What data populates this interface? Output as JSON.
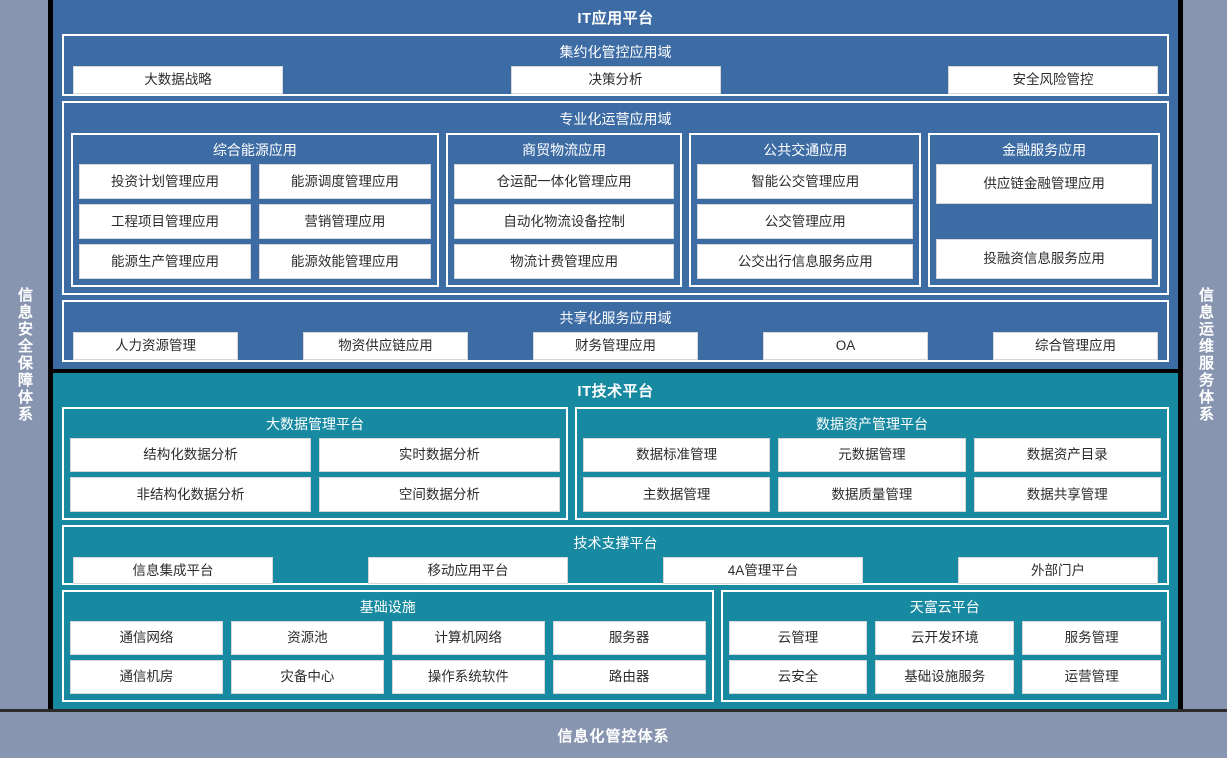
{
  "rails": {
    "left": "信息安全保障体系",
    "right": "信息运维服务体系"
  },
  "bottom_bar": {
    "label": "信息化管控体系"
  },
  "app_platform": {
    "title": "IT应用平台",
    "domains": [
      {
        "title": "集约化管控应用域",
        "items": [
          "大数据战略",
          "决策分析",
          "安全风险管控"
        ]
      },
      {
        "title": "专业化运营应用域",
        "groups": [
          {
            "title": "综合能源应用",
            "columns": 2,
            "items": [
              "投资计划管理应用",
              "能源调度管理应用",
              "工程项目管理应用",
              "营销管理应用",
              "能源生产管理应用",
              "能源效能管理应用"
            ]
          },
          {
            "title": "商贸物流应用",
            "columns": 1,
            "items": [
              "仓运配一体化管理应用",
              "自动化物流设备控制",
              "物流计费管理应用"
            ]
          },
          {
            "title": "公共交通应用",
            "columns": 1,
            "items": [
              "智能公交管理应用",
              "公交管理应用",
              "公交出行信息服务应用"
            ]
          },
          {
            "title": "金融服务应用",
            "columns": 1,
            "items": [
              "供应链金融管理应用",
              "",
              "投融资信息服务应用"
            ]
          }
        ]
      },
      {
        "title": "共享化服务应用域",
        "items": [
          "人力资源管理",
          "物资供应链应用",
          "财务管理应用",
          "OA",
          "综合管理应用"
        ]
      }
    ]
  },
  "tech_platform": {
    "title": "IT技术平台",
    "rows": [
      {
        "groups": [
          {
            "title": "大数据管理平台",
            "columns": 2,
            "items": [
              "结构化数据分析",
              "实时数据分析",
              "非结构化数据分析",
              "空间数据分析"
            ]
          },
          {
            "title": "数据资产管理平台",
            "columns": 3,
            "items": [
              "数据标准管理",
              "元数据管理",
              "数据资产目录",
              "主数据管理",
              "数据质量管理",
              "数据共享管理"
            ]
          }
        ]
      },
      {
        "domain": {
          "title": "技术支撑平台",
          "items": [
            "信息集成平台",
            "移动应用平台",
            "4A管理平台",
            "外部门户"
          ]
        }
      },
      {
        "groups": [
          {
            "title": "基础设施",
            "columns": 4,
            "items": [
              "通信网络",
              "资源池",
              "计算机网络",
              "服务器",
              "通信机房",
              "灾备中心",
              "操作系统软件",
              "路由器"
            ]
          },
          {
            "title": "天富云平台",
            "columns": 3,
            "items": [
              "云管理",
              "云开发环境",
              "服务管理",
              "云安全",
              "基础设施服务",
              "运营管理"
            ]
          }
        ]
      }
    ]
  },
  "colors": {
    "app_platform_bg": "#3d6ca5",
    "tech_platform_bg": "#1789a1",
    "rail_bg": "#8795b0",
    "chip_bg": "#ffffff",
    "border": "#ffffff",
    "outer_border": "#000000"
  }
}
